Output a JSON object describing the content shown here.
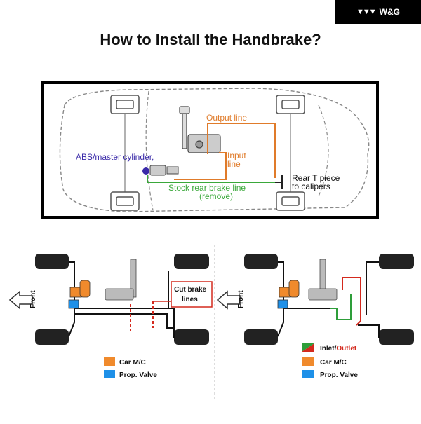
{
  "brand": {
    "name": "W&G",
    "logo_icon": "wg-logo-icon"
  },
  "page": {
    "title": "How to Install the Handbrake?"
  },
  "top_diagram": {
    "labels": {
      "abs": "ABS/master cylinder,",
      "output": "Output line",
      "input1": "Input",
      "input2": "line",
      "stock1": "Stock rear brake line",
      "stock2": "(remove)",
      "rear1": "Rear T piece",
      "rear2": "to calipers"
    },
    "colors": {
      "output_line": "#e07b2a",
      "stock_line": "#3aa83a",
      "abs": "#3a2aa8"
    }
  },
  "left_diagram": {
    "front": "Front",
    "callout1": "Cut brake",
    "callout2": "lines",
    "legend": [
      {
        "label": "Car M/C",
        "color": "#f08a2c"
      },
      {
        "label": "Prop. Valve",
        "color": "#1e90e8"
      }
    ]
  },
  "right_diagram": {
    "front": "Front",
    "legend_inlet": "Inlet",
    "legend_sep": "/",
    "legend_outlet": "Outlet",
    "legend": [
      {
        "label": "Car M/C",
        "color": "#f08a2c"
      },
      {
        "label": "Prop. Valve",
        "color": "#1e90e8"
      }
    ],
    "colors": {
      "inlet": "#2e9e3a",
      "outlet": "#d42a1e"
    }
  }
}
